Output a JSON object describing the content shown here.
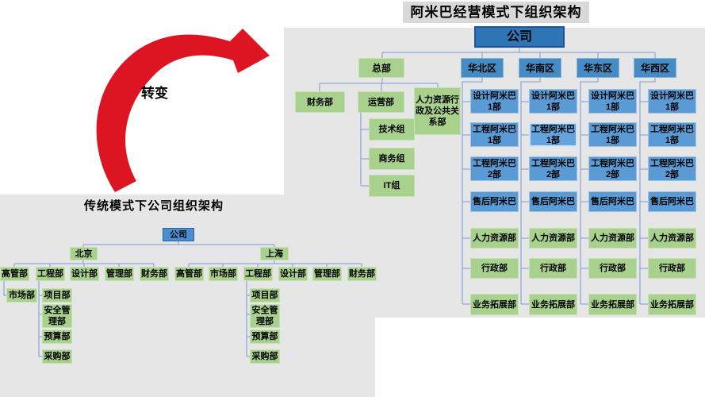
{
  "arrow": {
    "label": "转变",
    "color": "#dd1523"
  },
  "right_chart": {
    "title": "阿米巴经营模式下组织架构",
    "root": "公司",
    "hq": {
      "name": "总部",
      "children": [
        "财务部",
        "运营部",
        "人力资源行政及公共关系部"
      ],
      "operations_children": [
        "技术组",
        "商务组",
        "IT组"
      ]
    },
    "regions": [
      {
        "name": "华北区",
        "departments": [
          "设计阿米巴1部",
          "工程阿米巴1部",
          "工程阿米巴2部",
          "售后阿米巴",
          "人力资源部",
          "行政部",
          "业务拓展部"
        ]
      },
      {
        "name": "华南区",
        "departments": [
          "设计阿米巴1部",
          "工程阿米巴1部",
          "工程阿米巴2部",
          "售后阿米巴",
          "人力资源部",
          "行政部",
          "业务拓展部"
        ]
      },
      {
        "name": "华东区",
        "departments": [
          "设计阿米巴1部",
          "工程阿米巴1部",
          "工程阿米巴2部",
          "售后阿米巴",
          "人力资源部",
          "行政部",
          "业务拓展部"
        ]
      },
      {
        "name": "华西区",
        "departments": [
          "设计阿米巴1部",
          "工程阿米巴1部",
          "工程阿米巴2部",
          "售后阿米巴",
          "人力资源部",
          "行政部",
          "业务拓展部"
        ]
      }
    ],
    "highlighted_cell": {
      "region_index": 1,
      "dept_index": 1
    }
  },
  "left_chart": {
    "title": "传统模式下公司组织架构",
    "root": "公司",
    "branches": [
      {
        "name": "北京",
        "departments": [
          "高管部",
          "工程部",
          "设计部",
          "管理部",
          "财务部"
        ],
        "executive_children": [
          "市场部"
        ],
        "engineering_children": [
          "项目部",
          "安全管理部",
          "预算部",
          "采购部"
        ]
      },
      {
        "name": "上海",
        "departments": [
          "高管部",
          "市场部",
          "工程部",
          "设计部",
          "管理部",
          "财务部"
        ],
        "engineering_children": [
          "项目部",
          "安全管理部",
          "预算部",
          "采购部"
        ]
      }
    ]
  },
  "colors": {
    "panel_bg": "#e7e6e6",
    "title_bg": "#d9d9d9",
    "root_blue": "#2e75b6",
    "region_blue": "#478bc4",
    "amoeba_blue": "#5b9bd5",
    "dept_green": "#a9d18e",
    "connector": "#8faadc",
    "arrow_red": "#dd1523"
  }
}
